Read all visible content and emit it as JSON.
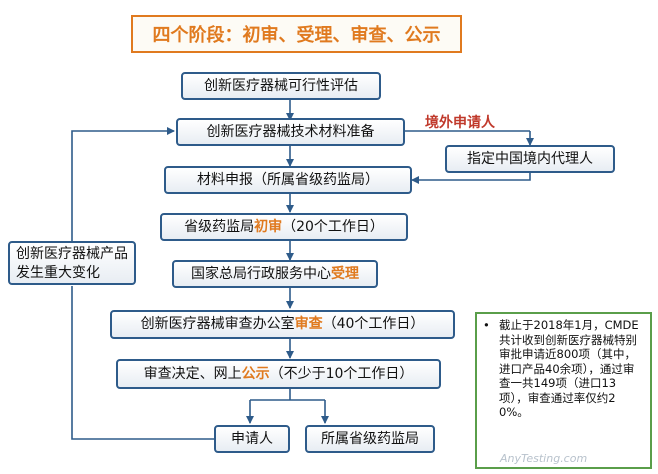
{
  "title": "四个阶段：初审、受理、审查、公示",
  "steps": {
    "assess": "创新医疗器械可行性评估",
    "prepare": "创新医疗器械技术材料准备",
    "apply": "材料申报（所属省级药监局）",
    "first_pre": "省级药监局",
    "first_hl": "初审",
    "first_post": "（20个工作日）",
    "accept_pre": "国家总局行政服务中心",
    "accept_hl": "受理",
    "review_pre": "创新医疗器械审查办公室",
    "review_hl": "审查",
    "review_post": "（40个工作日）",
    "decide_pre": "审查决定、网上",
    "decide_hl": "公示",
    "decide_post": "（不少于10个工作日）",
    "applicant": "申请人",
    "province": "所属省级药监局"
  },
  "overseas": {
    "label": "境外申请人",
    "agent": "指定中国境内代理人"
  },
  "change": "创新医疗器械产品发生重大变化",
  "note": {
    "bullet": "•",
    "text": "截止于2018年1月，CMDE共计收到创新医疗器械特别审批申请近800项（其中，进口产品40余项），通过审查一共149项（进口13项），审查通过率仅约20%。"
  },
  "watermark": "AnyTesting.com",
  "colors": {
    "box_border": "#2e5b8a",
    "highlight": "#e07a1f",
    "overseas": "#c0392b",
    "note_border": "#5a9e4a"
  }
}
